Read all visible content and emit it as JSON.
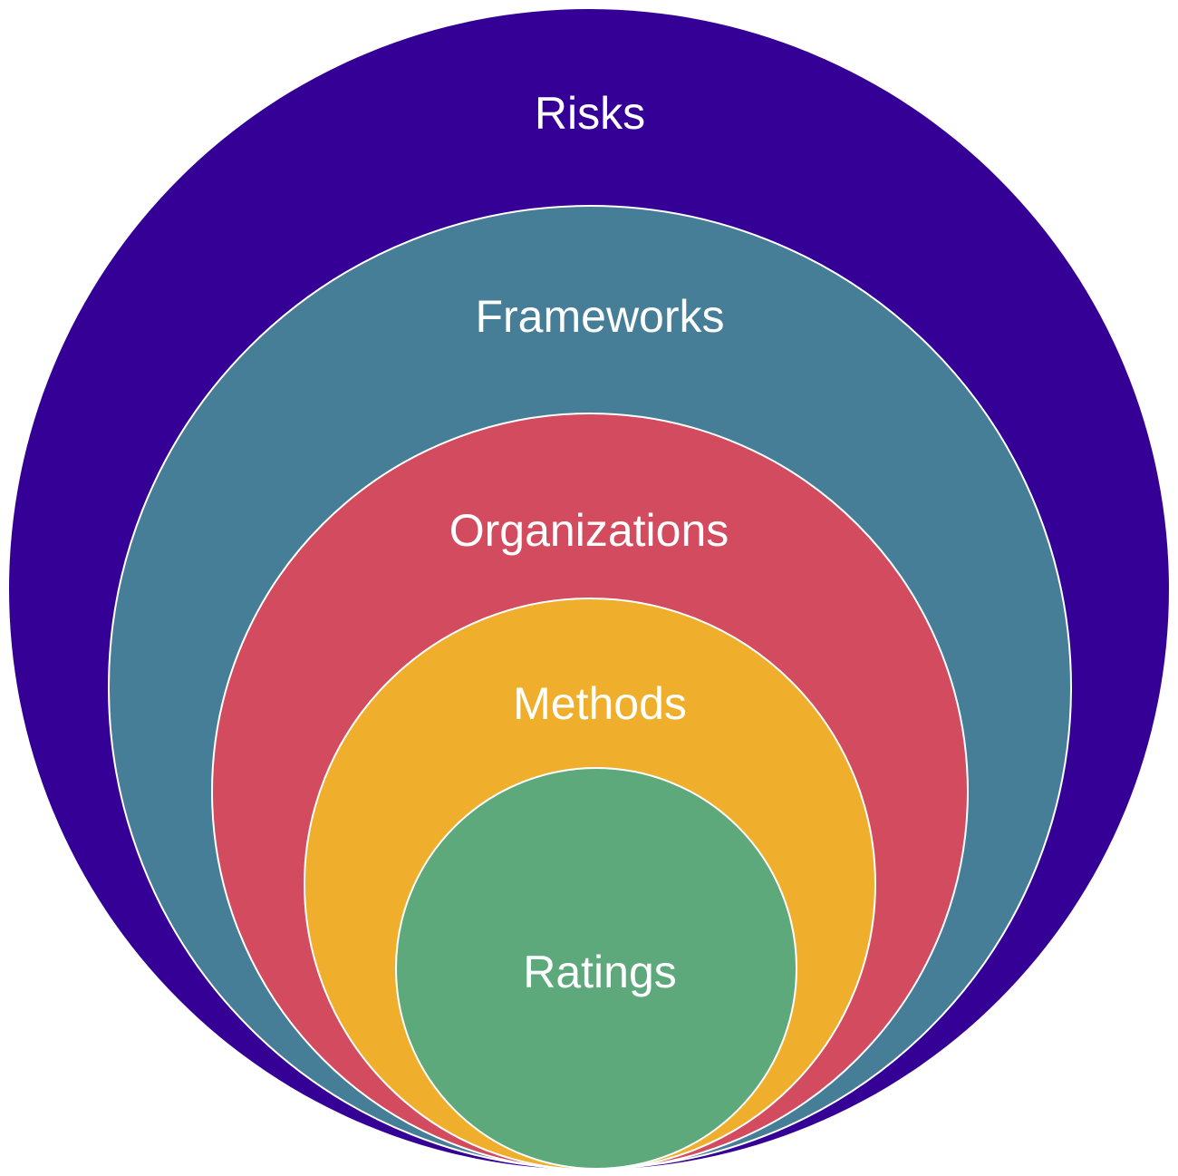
{
  "diagram": {
    "rings": [
      {
        "label": "Risks",
        "color": "#350096"
      },
      {
        "label": "Frameworks",
        "color": "#467E97"
      },
      {
        "label": "Organizations",
        "color": "#D24B5E"
      },
      {
        "label": "Methods",
        "color": "#EFAF2C"
      },
      {
        "label": "Ratings",
        "color": "#5DA97C"
      }
    ],
    "outline_color": "#ffffff"
  }
}
